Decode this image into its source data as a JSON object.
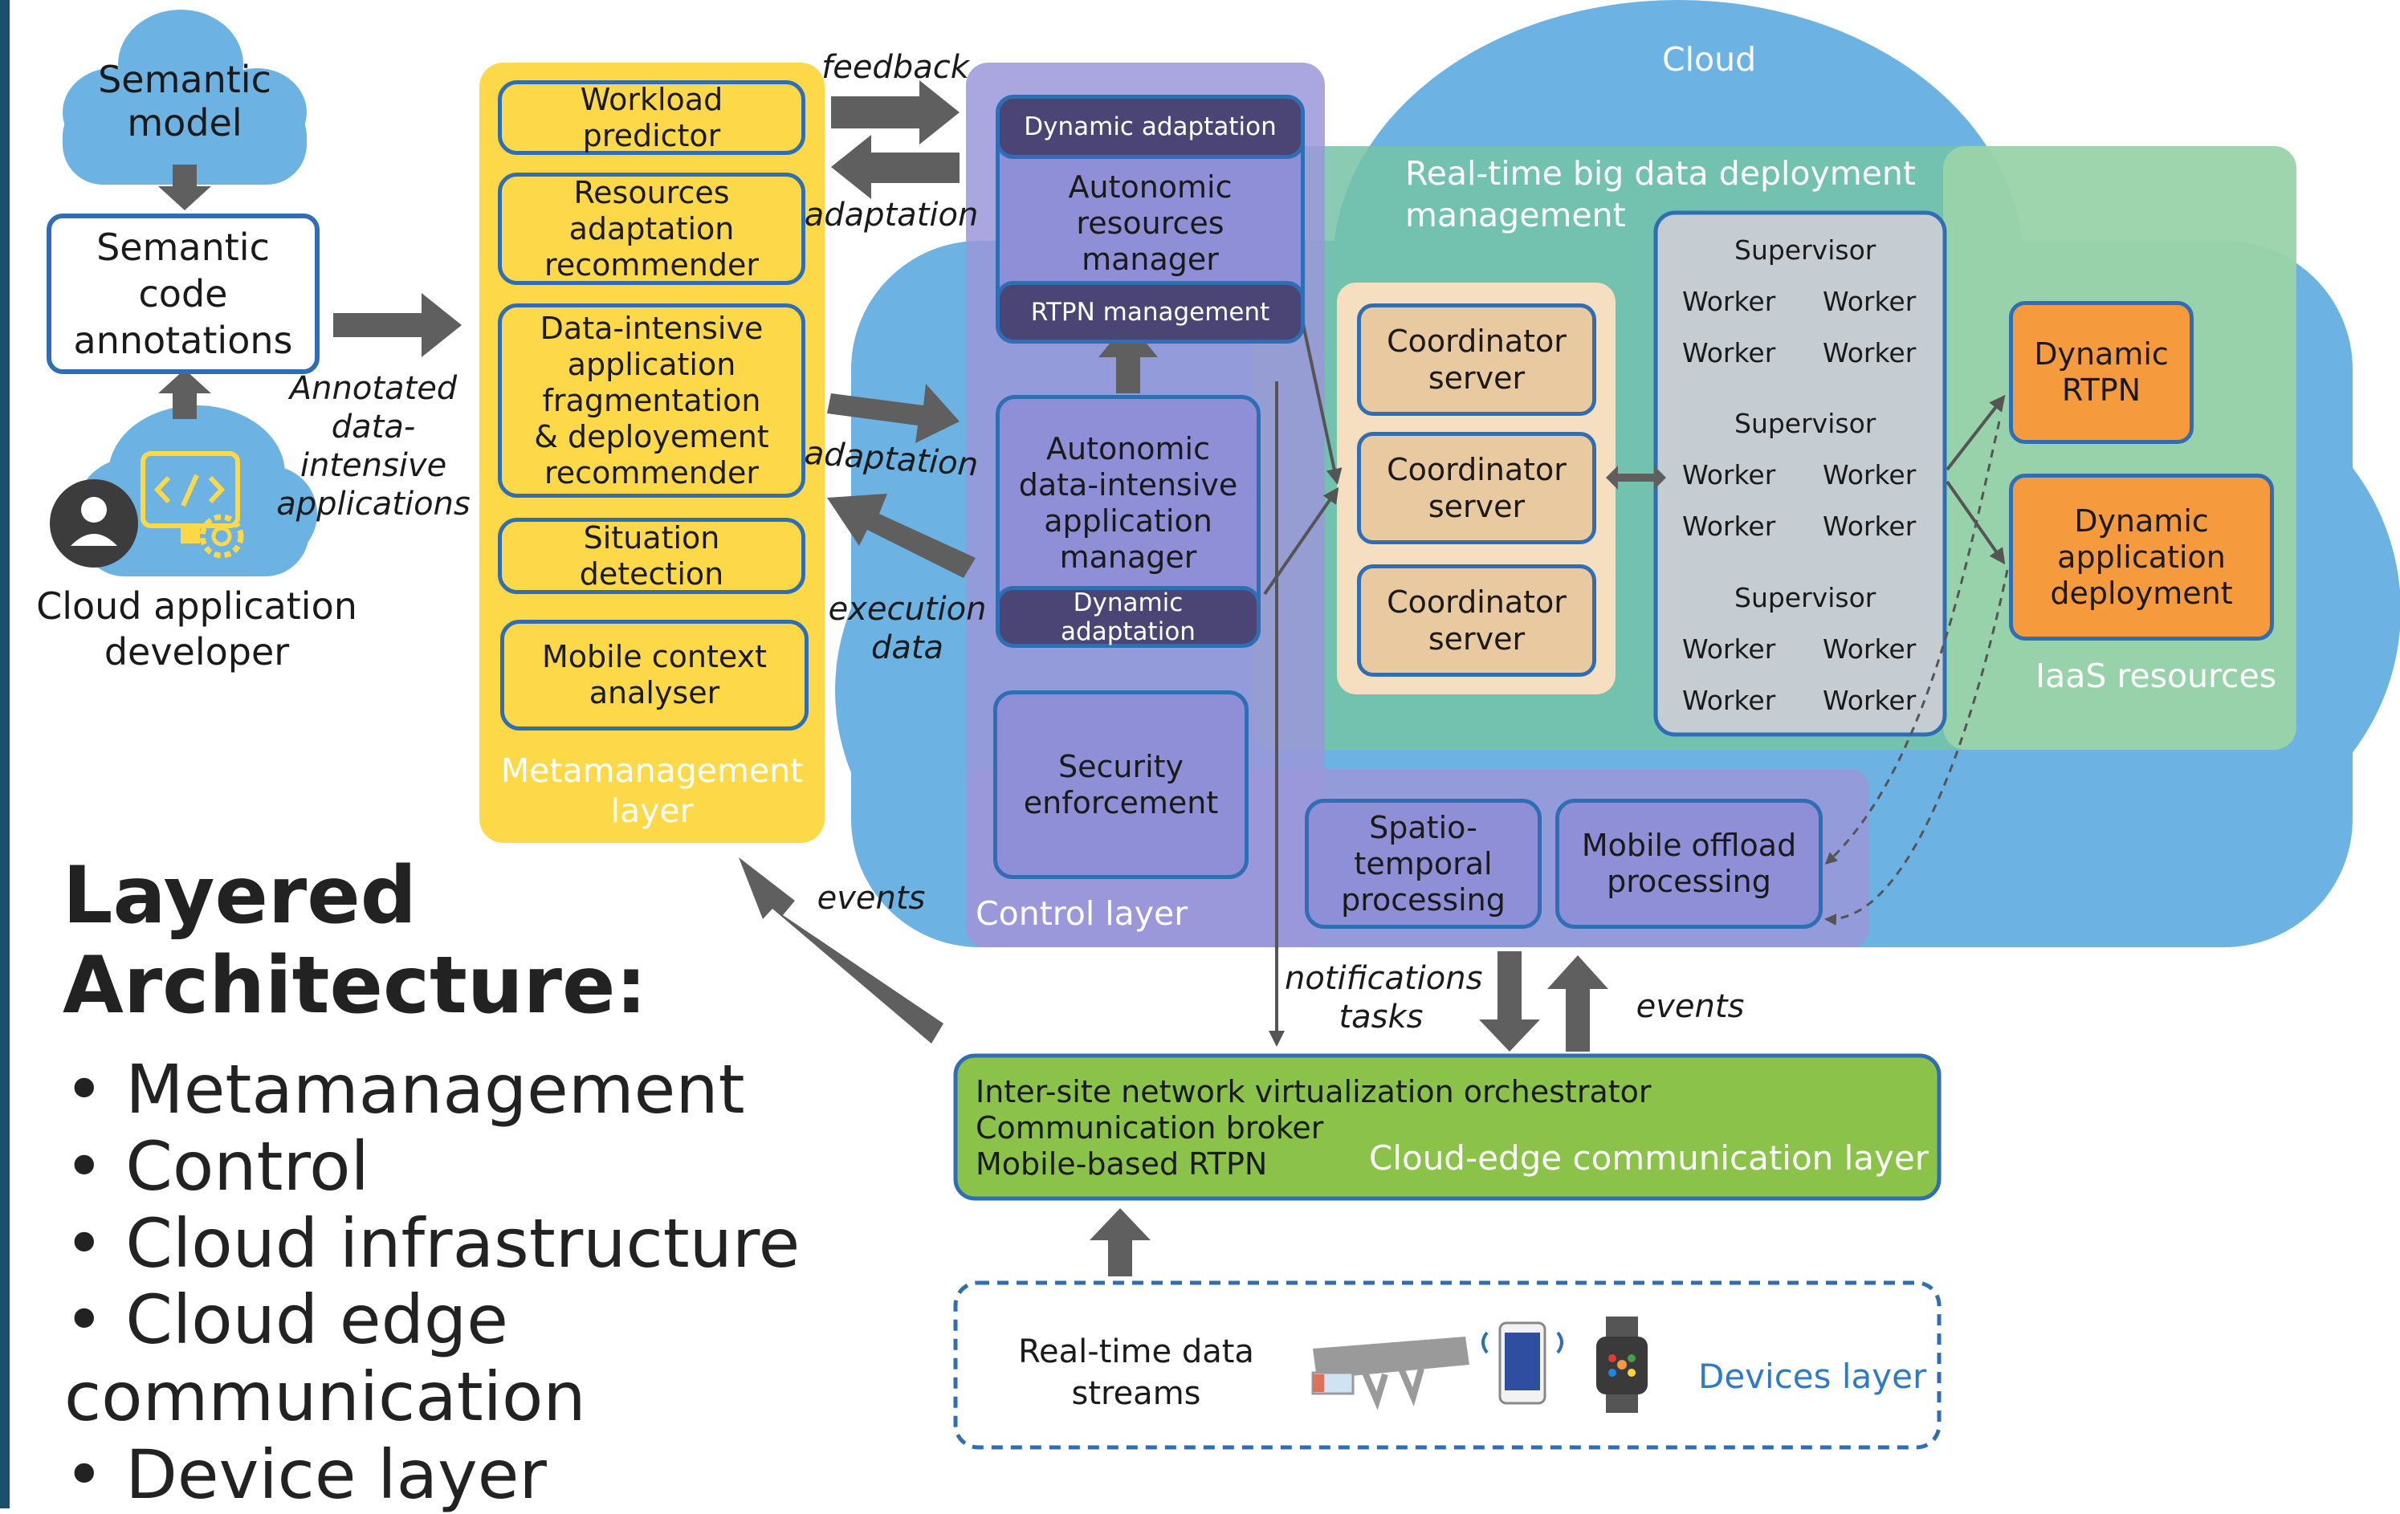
{
  "left_panel": {
    "semantic_model": "Semantic\nmodel",
    "semantic_code_annotations": "Semantic\ncode\nannotations",
    "annotated_label": "Annotated\ndata-intensive\napplications",
    "developer_label": "Cloud application\ndeveloper",
    "title": "Layered\nArchitecture:",
    "bullets": [
      "Metamanagement",
      "Control",
      "Cloud infrastructure",
      "Cloud edge\ncommunication",
      "Device layer"
    ]
  },
  "metamanagement": {
    "items": [
      "Workload\npredictor",
      "Resources\nadaptation\nrecommender",
      "Data-intensive\napplication\nfragmentation\n& deployement\nrecommender",
      "Situation\ndetection",
      "Mobile context\nanalyser"
    ],
    "layer_label": "Metamanagement\nlayer"
  },
  "arrow_labels": {
    "feedback": "feedback",
    "adaptation_top": "adaptation",
    "adaptation_mid": "adaptation",
    "execution_data": "execution\ndata",
    "events_left": "events",
    "notifications_tasks": "notifications\ntasks",
    "events_right": "events"
  },
  "control": {
    "dynamic_adaptation_top": "Dynamic adaptation",
    "autonomic_resources_manager": "Autonomic\nresources\nmanager",
    "rtpn_management": "RTPN management",
    "autonomic_app_manager": "Autonomic\ndata-intensive\napplication\nmanager",
    "dynamic_adaptation_bottom": "Dynamic\nadaptation",
    "security_enforcement": "Security\nenforcement",
    "layer_label": "Control layer"
  },
  "cloud": {
    "label": "Cloud",
    "deployment_label": "Real-time big data deployment\nmanagement",
    "coordinator": "Coordinator\nserver",
    "supervisor": "Supervisor",
    "worker": "Worker",
    "dynamic_rtpn": "Dynamic\nRTPN",
    "dynamic_app_deployment": "Dynamic\napplication\ndeployment",
    "iaas": "IaaS resources",
    "spatio_temporal": "Spatio-\ntemporal\nprocessing",
    "mobile_offload": "Mobile offload\nprocessing"
  },
  "edge": {
    "lines": "Inter-site network virtualization orchestrator\nCommunication broker\nMobile-based RTPN",
    "layer_label": "Cloud-edge communication layer"
  },
  "devices": {
    "streams": "Real-time data\nstreams",
    "layer_label": "Devices layer"
  },
  "colors": {
    "cloud_blue": "#6cb2e2",
    "deployment_green": "#74c3a6",
    "metamanagement_yellow": "#fdd94a",
    "control_purple": "#9b97d9",
    "edge_green": "#8bc34a",
    "border_blue": "#2f6eb5",
    "arrow_gray": "#5f5f5f"
  }
}
